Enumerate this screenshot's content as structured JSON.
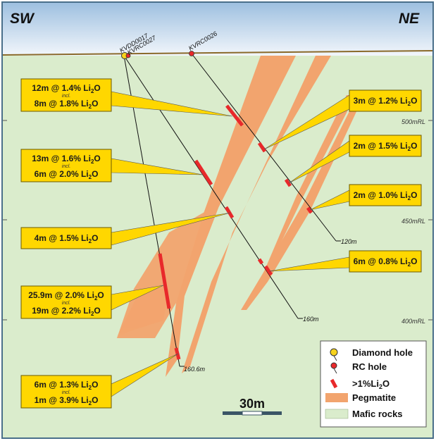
{
  "direction": {
    "left": "SW",
    "right": "NE"
  },
  "holes": [
    {
      "id": "KVDD0017",
      "type": "diamond",
      "end_depth": "160.6m"
    },
    {
      "id": "KVRC0027",
      "type": "rc",
      "end_depth": "160m"
    },
    {
      "id": "KVRC0026",
      "type": "rc",
      "end_depth": "120m"
    }
  ],
  "elevations": [
    "500mRL",
    "450mRL",
    "400mRL"
  ],
  "intercepts_left": [
    {
      "line1": "12m @ 1.4% Li",
      "sub1": "2",
      "tail1": "O",
      "incl": "incl.",
      "line2": "8m @ 1.8% Li",
      "sub2": "2",
      "tail2": "O"
    },
    {
      "line1": "13m @ 1.6% Li",
      "sub1": "2",
      "tail1": "O",
      "incl": "incl.",
      "line2": "6m @ 2.0% Li",
      "sub2": "2",
      "tail2": "O"
    },
    {
      "line1": "4m @ 1.5% Li",
      "sub1": "2",
      "tail1": "O"
    },
    {
      "line1": "25.9m @ 2.0% Li",
      "sub1": "2",
      "tail1": "O",
      "incl": "incl.",
      "line2": "19m @ 2.2% Li",
      "sub2": "2",
      "tail2": "O"
    },
    {
      "line1": "6m @ 1.3% Li",
      "sub1": "2",
      "tail1": "O",
      "incl": "incl.",
      "line2": "1m @ 3.9% Li",
      "sub2": "2",
      "tail2": "O"
    }
  ],
  "intercepts_right": [
    {
      "line1": "3m @ 1.2% Li",
      "sub1": "2",
      "tail1": "O"
    },
    {
      "line1": "2m @ 1.5% Li",
      "sub1": "2",
      "tail1": "O"
    },
    {
      "line1": "2m @ 1.0% Li",
      "sub1": "2",
      "tail1": "O"
    },
    {
      "line1": "6m @ 0.8% Li",
      "sub1": "2",
      "tail1": "O"
    }
  ],
  "scale_bar": {
    "label": "30m"
  },
  "legend": {
    "diamond": "Diamond hole",
    "rc": "RC hole",
    "grade_pre": ">1%Li",
    "grade_sub": "2",
    "grade_tail": "O",
    "pegmatite": "Pegmatite",
    "mafic": "Mafic rocks"
  },
  "colors": {
    "mafic": "#daeccc",
    "pegmatite": "#f2a46e",
    "callout": "#ffd700",
    "intercept": "#e8292b",
    "frame": "#4a6f8a"
  }
}
